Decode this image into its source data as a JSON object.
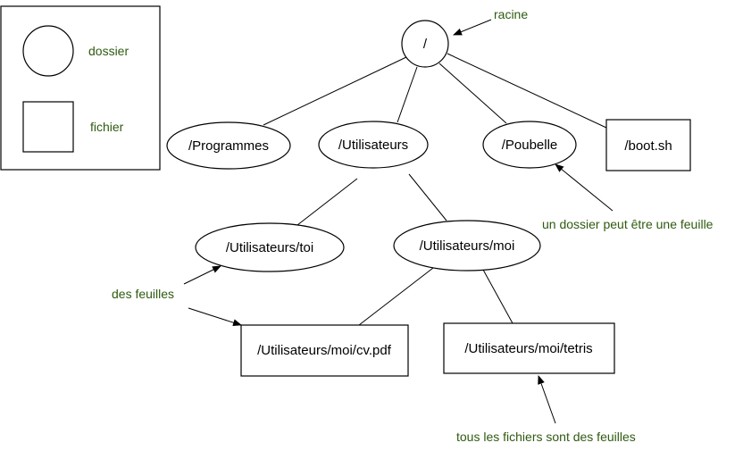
{
  "legend": {
    "folder_label": "dossier",
    "file_label": "fichier"
  },
  "tree": {
    "root": "/",
    "programmes": "/Programmes",
    "utilisateurs": "/Utilisateurs",
    "poubelle": "/Poubelle",
    "boot": "/boot.sh",
    "toi": "/Utilisateurs/toi",
    "moi": "/Utilisateurs/moi",
    "cv": "/Utilisateurs/moi/cv.pdf",
    "tetris": "/Utilisateurs/moi/tetris"
  },
  "annotations": {
    "racine": "racine",
    "dossier_feuille": "un dossier peut être une feuille",
    "des_feuilles": "des feuilles",
    "fichiers_feuilles": "tous les fichiers sont des feuilles"
  },
  "colors": {
    "annotation": "#2f5a10",
    "stroke": "#000000"
  }
}
